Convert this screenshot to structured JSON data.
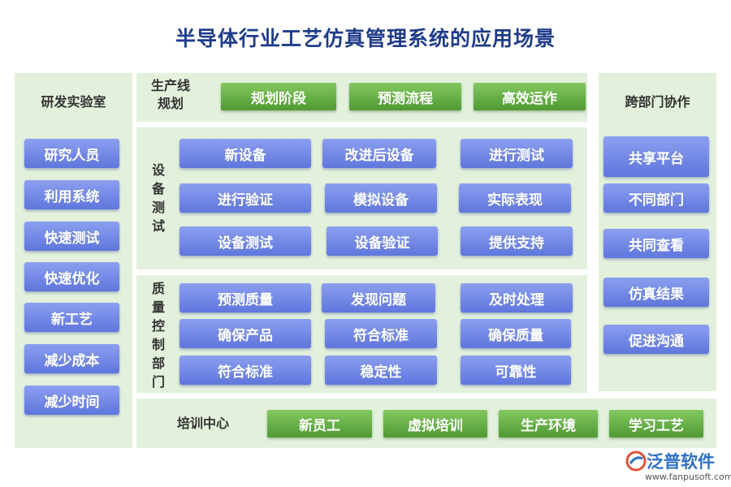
{
  "title": "半导体行业工艺仿真管理系统的应用场景",
  "left": {
    "title": "研发实验室",
    "items": [
      "研究人员",
      "利用系统",
      "快速测试",
      "快速优化",
      "新工艺",
      "减少成本",
      "减少时间"
    ]
  },
  "right": {
    "title": "跨部门协作",
    "items": [
      "共享平台",
      "不同部门",
      "共同查看",
      "仿真结果",
      "促进沟通"
    ]
  },
  "production": {
    "title": "生产线规划",
    "items": [
      "规划阶段",
      "预测流程",
      "高效运作"
    ]
  },
  "equipment": {
    "title": "设备测试",
    "items": [
      "新设备",
      "改进后设备",
      "进行测试",
      "进行验证",
      "模拟设备",
      "实际表现",
      "设备测试",
      "设备验证",
      "提供支持"
    ]
  },
  "quality": {
    "title": "质量控制部门",
    "items": [
      "预测质量",
      "发现问题",
      "及时处理",
      "确保产品",
      "符合标准",
      "确保质量",
      "符合标准",
      "稳定性",
      "可靠性"
    ]
  },
  "training": {
    "title": "培训中心",
    "items": [
      "新员工",
      "虚拟培训",
      "生产环境",
      "学习工艺"
    ]
  },
  "logo": {
    "name": "泛普软件",
    "url": "www.fanpusoft.com"
  },
  "colors": {
    "title": "#1f3c8a",
    "panel": "#e3f1dc",
    "blue": "#6a80e2",
    "green": "#5ea73f"
  }
}
